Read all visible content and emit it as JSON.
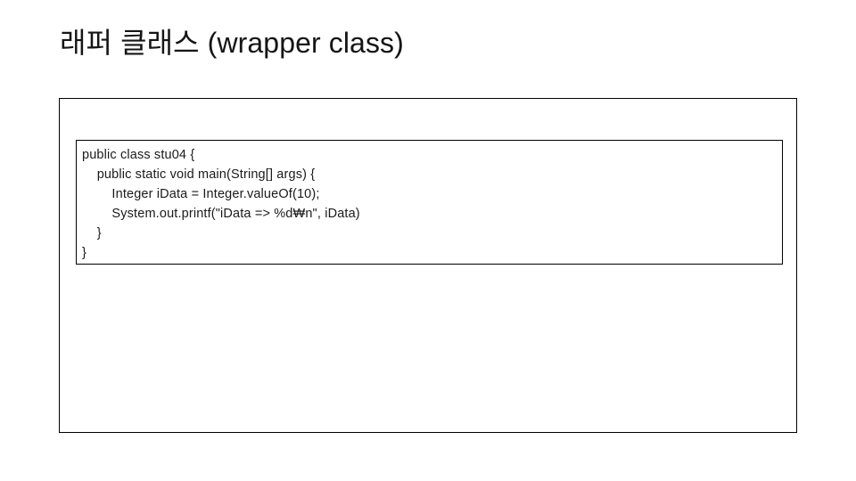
{
  "slide": {
    "title": "래퍼 클래스 (wrapper class)",
    "background_color": "#ffffff",
    "text_color": "#1a1a1a",
    "border_color": "#000000"
  },
  "code": {
    "language": "java",
    "lines": [
      "public class stu04 {",
      "    public static void main(String[] args) {",
      "        Integer iData = Integer.valueOf(10);",
      "        System.out.printf(\"iData => %d₩n\", iData)",
      "    }",
      "}"
    ]
  }
}
